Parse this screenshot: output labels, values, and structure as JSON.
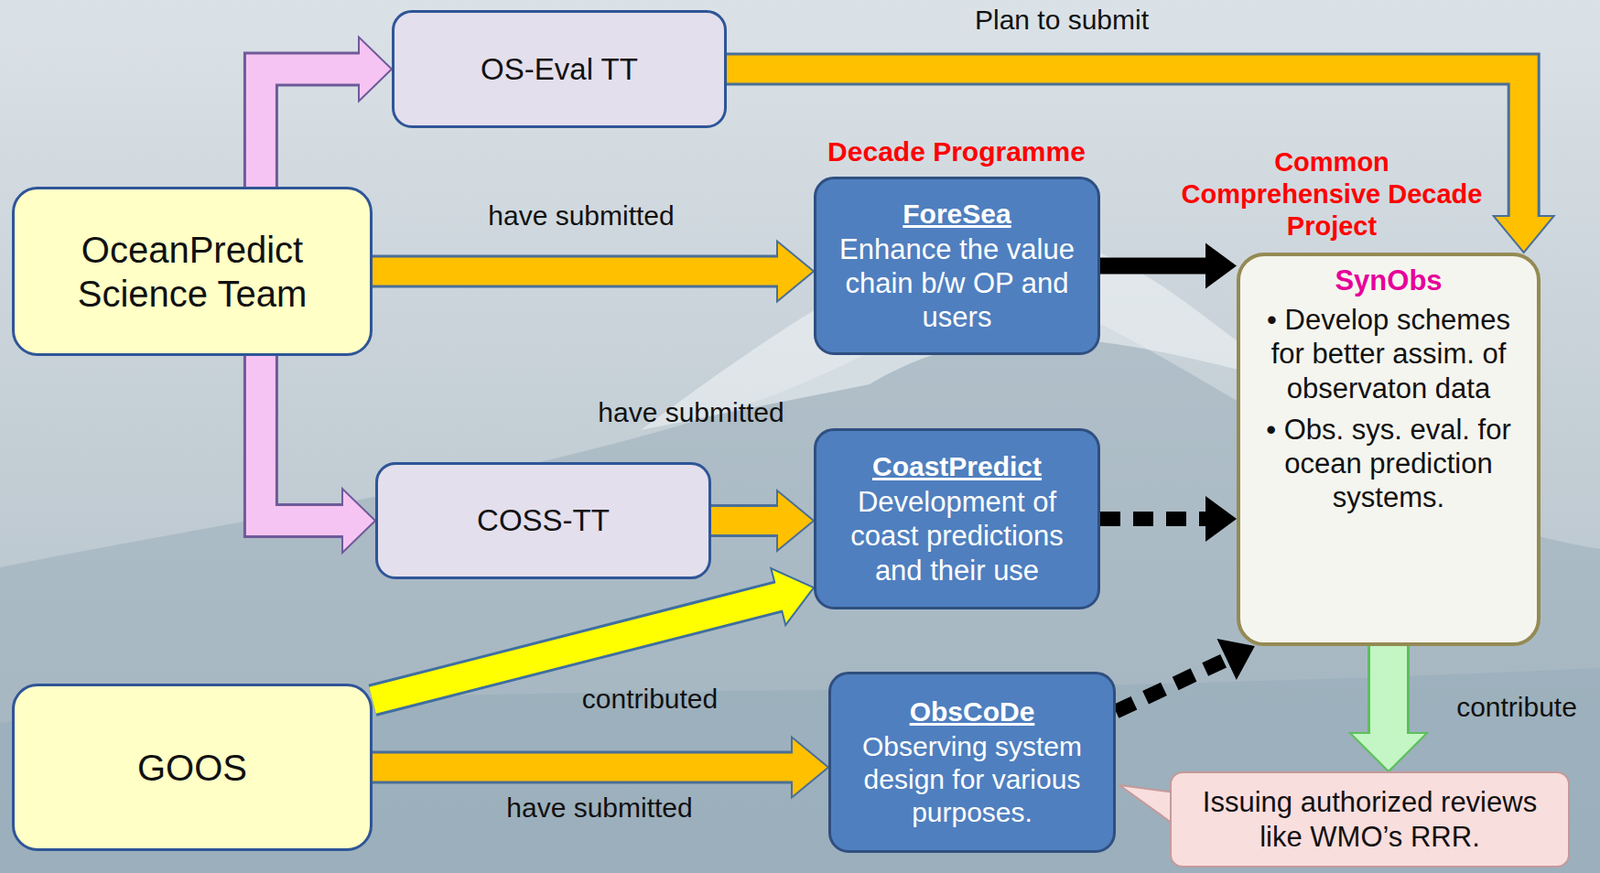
{
  "diagram": {
    "nodes": [
      {
        "text": [
          "OceanPredict Science Team"
        ]
      },
      {
        "text": [
          "OS-Eval TT"
        ]
      },
      {
        "text": [
          "COSS-TT"
        ]
      },
      {
        "text": [
          "GOOS"
        ]
      },
      {
        "text": [
          "ForeSea",
          "Enhance the value chain b/w OP and users"
        ]
      },
      {
        "text": [
          "CoastPredict",
          "Development of coast predictions and their use"
        ]
      },
      {
        "text": [
          "ObsCoDe",
          "Observing system design for various purposes."
        ]
      },
      {
        "text": [
          "SynObs",
          "• Develop schemes for better assim. of observaton data",
          "• Obs. sys. eval. for ocean prediction systems."
        ]
      },
      {
        "text": [
          "Issuing authorized reviews like WMO’s RRR."
        ]
      }
    ],
    "edges": [
      {
        "from": 0,
        "to": 1,
        "arrow": "to"
      },
      {
        "from": 1,
        "to": 7,
        "label": "Plan to submit",
        "arrow": "to"
      },
      {
        "from": 0,
        "to": 4,
        "label": "have submitted",
        "arrow": "to"
      },
      {
        "from": 0,
        "to": 2,
        "arrow": "to"
      },
      {
        "from": 2,
        "to": 5,
        "label": "have submitted",
        "arrow": "to"
      },
      {
        "from": 3,
        "to": 5,
        "label": "contributed",
        "arrow": "to"
      },
      {
        "from": 3,
        "to": 6,
        "label": "have submitted",
        "arrow": "to"
      },
      {
        "from": 4,
        "to": 7,
        "arrow": "to"
      },
      {
        "from": 5,
        "to": 7,
        "arrow": "to"
      },
      {
        "from": 6,
        "to": 7,
        "arrow": "to"
      },
      {
        "from": 7,
        "to": 8,
        "label": "contribute",
        "arrow": "to"
      }
    ],
    "labels": [
      "Decade Programme",
      "Common Comprehensive Decade Project"
    ]
  }
}
